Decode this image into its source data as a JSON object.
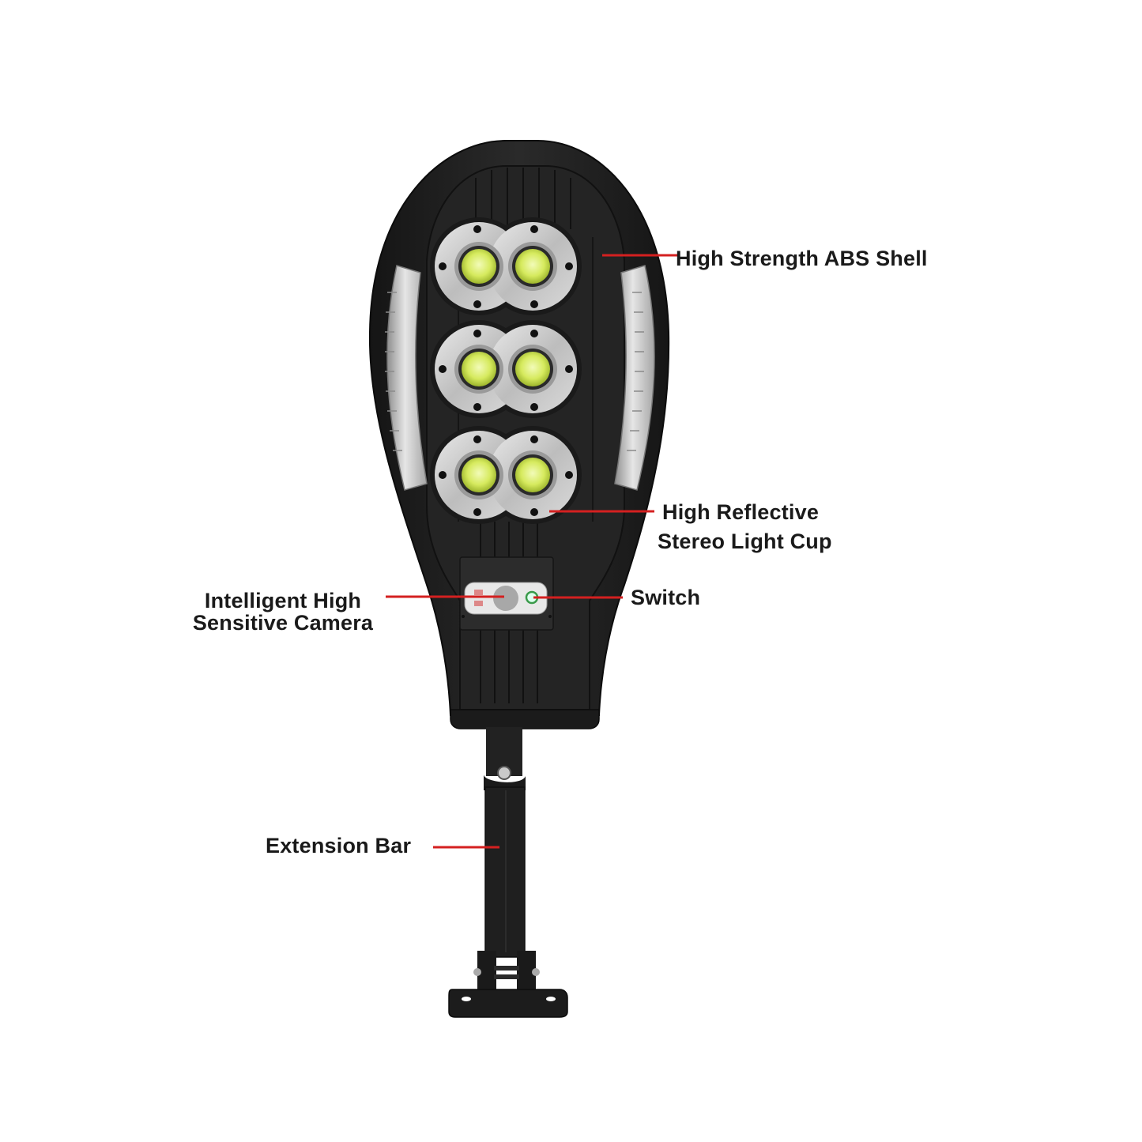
{
  "diagram": {
    "subject": "Solar LED street light with motion sensor",
    "callout_color": "#d42020",
    "body_color": "#1e1e1e",
    "trim_color": "#b8b8b8",
    "led_color": "#d8ec6a",
    "callouts": [
      {
        "id": "shell",
        "lines": [
          "High Strength ABS Shell"
        ]
      },
      {
        "id": "light-cup",
        "lines": [
          "High Reflective",
          "Stereo Light Cup"
        ]
      },
      {
        "id": "camera",
        "lines": [
          "Intelligent High",
          "Sensitive Camera"
        ]
      },
      {
        "id": "switch",
        "lines": [
          "Switch"
        ]
      },
      {
        "id": "extension-bar",
        "lines": [
          "Extension Bar"
        ]
      }
    ],
    "led_count": 6
  }
}
